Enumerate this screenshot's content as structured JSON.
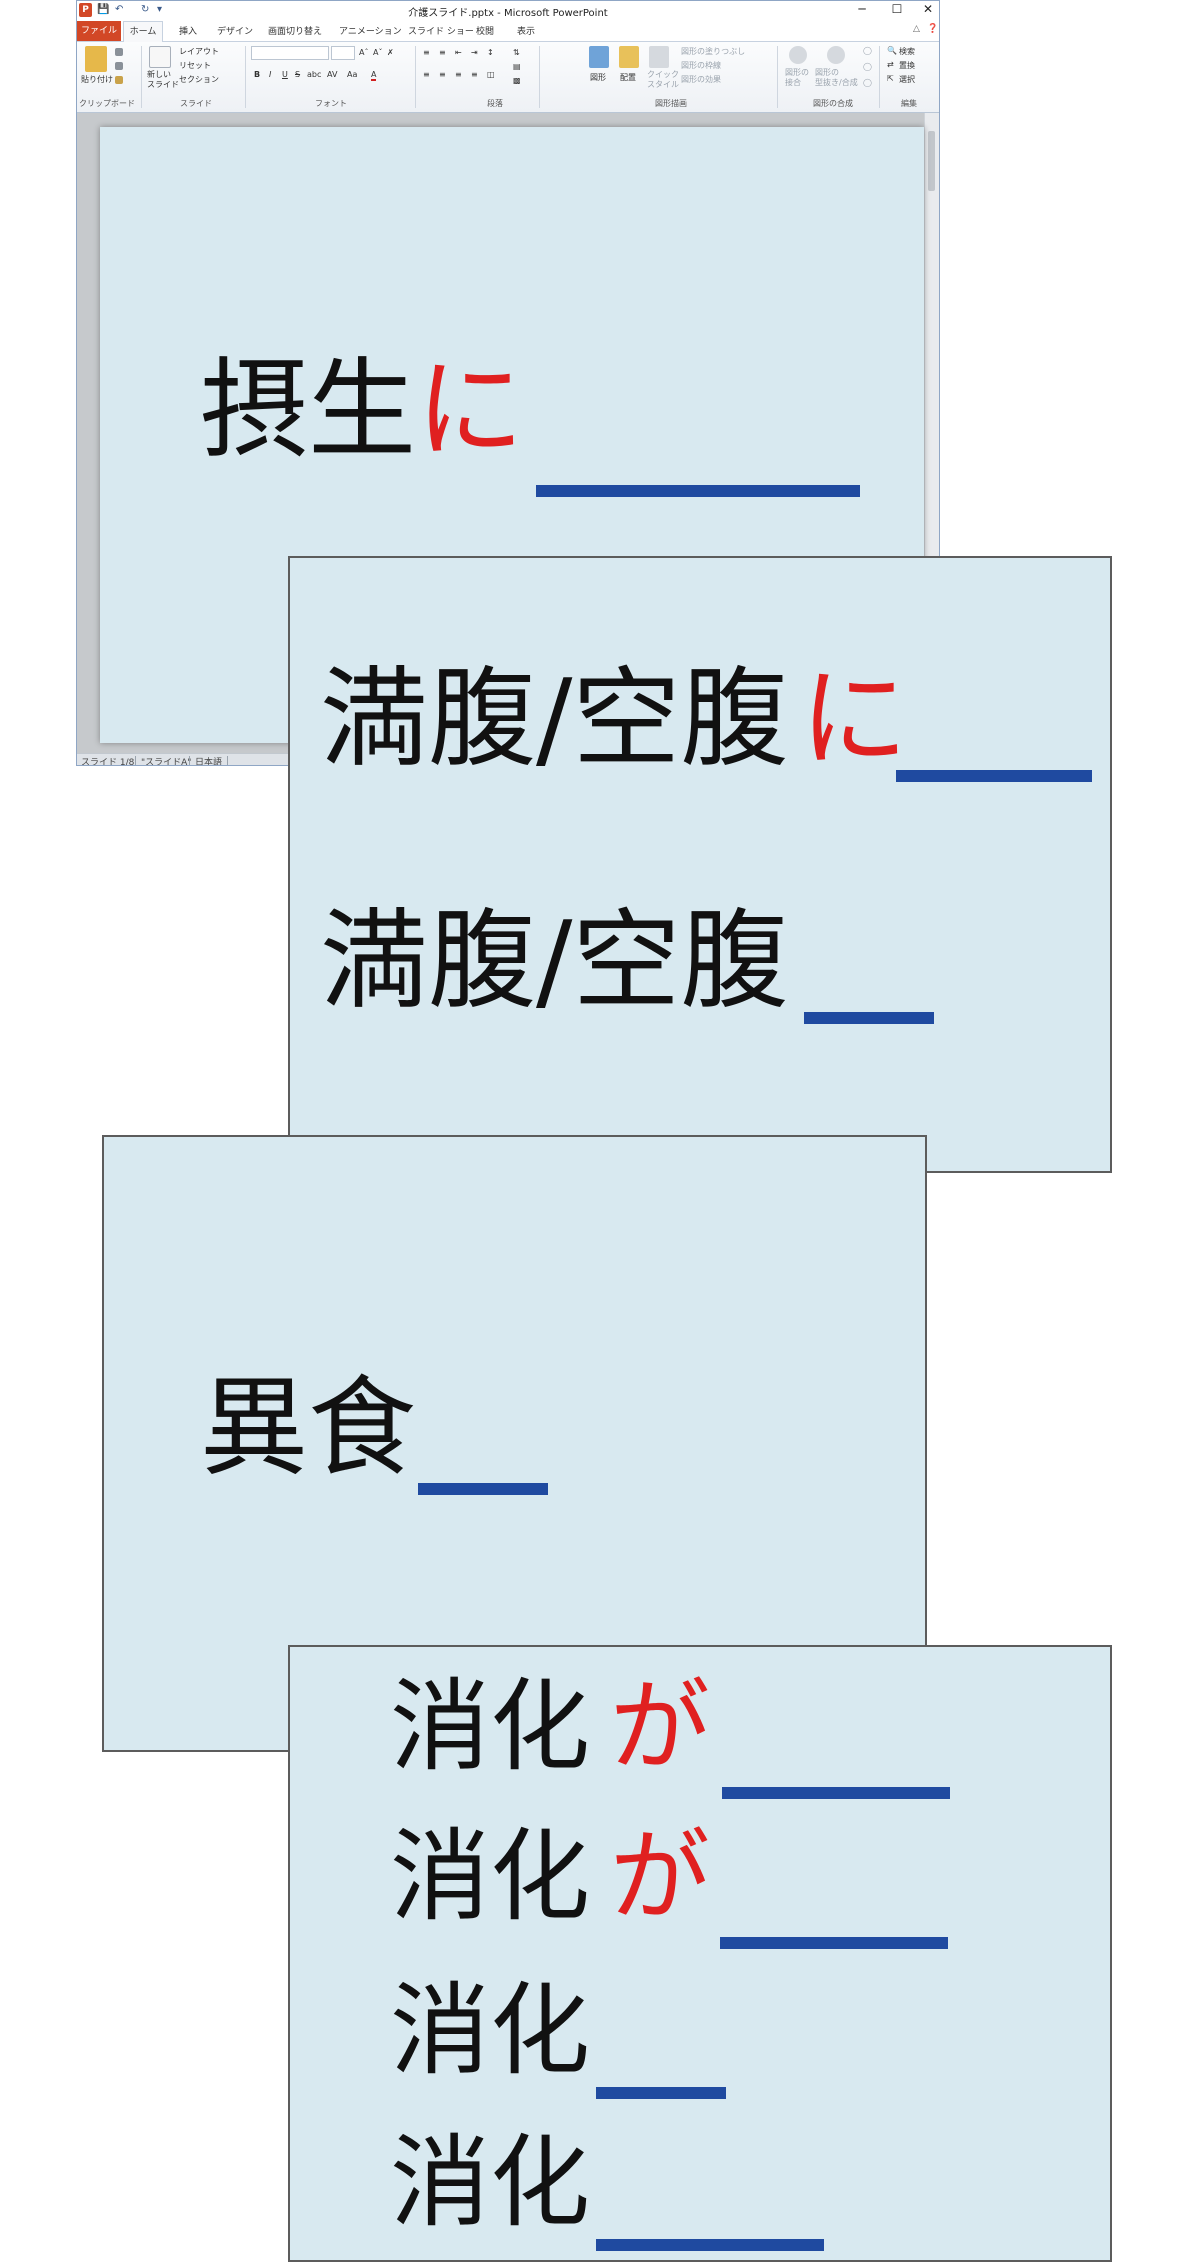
{
  "window": {
    "title": "介護スライド.pptx - Microsoft PowerPoint",
    "app_icon": "P",
    "controls": [
      "─",
      "☐",
      "✕"
    ]
  },
  "tabs": {
    "file": "ファイル",
    "items": [
      "ホーム",
      "挿入",
      "デザイン",
      "画面切り替え",
      "アニメーション",
      "スライド ショー",
      "校閲",
      "表示"
    ]
  },
  "ribbon": {
    "clipboard": {
      "paste": "貼り付け",
      "label": "クリップボード"
    },
    "slides": {
      "new_slide": "新しい\nスライド",
      "layout": "レイアウト",
      "reset": "リセット",
      "section": "セクション",
      "label": "スライド"
    },
    "font": {
      "label": "フォント",
      "bold": "B",
      "italic": "I",
      "underline": "U",
      "strike": "S",
      "shadow": "abc",
      "spacing": "AV",
      "case": "Aa",
      "color": "A"
    },
    "paragraph": {
      "label": "段落"
    },
    "drawing": {
      "shapes": "図形",
      "arrange": "配置",
      "quick_styles": "クイック\nスタイル",
      "fill": "図形の塗りつぶし",
      "outline": "図形の枠線",
      "effects": "図形の効果",
      "label": "図形描画"
    },
    "merge": {
      "union": "図形の\n接合",
      "fragment": "図形の\n型抜き/合成",
      "label": "図形の合成"
    },
    "editing": {
      "find": "検索",
      "replace": "置換",
      "select": "選択",
      "label": "編集"
    }
  },
  "status": {
    "slide": "スライド 1/8",
    "theme": "\"スライドA\"",
    "language": "日本語"
  },
  "slides": [
    {
      "text_black": "摂生",
      "text_red": "に"
    },
    {
      "line1_black": "満腹/空腹",
      "line1_red": "に",
      "line2_black": "満腹/空腹"
    },
    {
      "text_black": "異食"
    },
    {
      "line1_black": "消化",
      "line1_red": "が",
      "line2_black": "消化",
      "line2_red": "が",
      "line3_black": "消化",
      "line4_black": "消化"
    }
  ],
  "colors": {
    "blank_bar": "#1f4aa0",
    "red_text": "#e02020",
    "slide_bg": "#d8e9f0"
  }
}
